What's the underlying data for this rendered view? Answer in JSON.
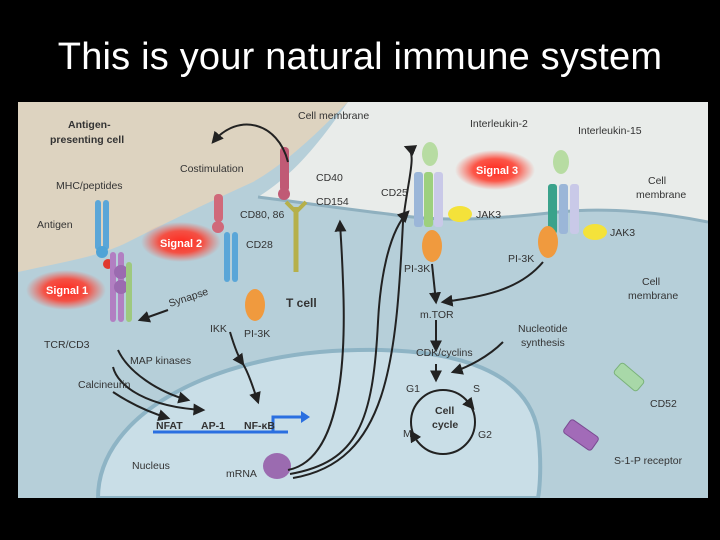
{
  "slide": {
    "title": "This is your natural immune system"
  },
  "diagram": {
    "apc_label_line1": "Antigen-",
    "apc_label_line2": "presenting cell",
    "cell_membrane_top": "Cell membrane",
    "interleukin2": "Interleukin-2",
    "interleukin15": "Interleukin-15",
    "signal3": "Signal 3",
    "cell_membrane_right_line1": "Cell",
    "cell_membrane_right_line2": "membrane",
    "costimulation": "Costimulation",
    "mhc_peptides": "MHC/peptides",
    "cd40": "CD40",
    "cd154": "CD154",
    "cd25": "CD25",
    "jak3_il2": "JAK3",
    "jak3_il15": "JAK3",
    "antigen": "Antigen",
    "cd80_86": "CD80, 86",
    "signal2": "Signal 2",
    "cd28": "CD28",
    "pi3k_il2": "PI-3K",
    "pi3k_il15": "PI-3K",
    "cell_membrane_mid_line1": "Cell",
    "cell_membrane_mid_line2": "membrane",
    "signal1": "Signal 1",
    "synapse": "Synapse",
    "t_cell": "T cell",
    "mtor": "m.TOR",
    "ikk": "IKK",
    "pi3k_cd28": "PI-3K",
    "nucleotide_synthesis_line1": "Nucleotide",
    "nucleotide_synthesis_line2": "synthesis",
    "tcr_cd3": "TCR/CD3",
    "map_kinases": "MAP kinases",
    "cdk_cyclins": "CDK/cyclins",
    "calcineurin": "Calcineurin",
    "g1": "G1",
    "s": "S",
    "cell_cycle_line1": "Cell",
    "cell_cycle_line2": "cycle",
    "m": "M",
    "g2": "G2",
    "cd52": "CD52",
    "nfat": "NFAT",
    "ap1": "AP-1",
    "nfkb": "NF-κB",
    "nucleus": "Nucleus",
    "mrna": "mRNA",
    "s1p_receptor": "S-1-P receptor"
  },
  "colors": {
    "background": "#000000",
    "title_text": "#ffffff",
    "apc_region": "#dcd2bf",
    "tcell_region": "#b5cdd8",
    "nucleus_region": "#c8dde6",
    "signal_glow": "#e3261f",
    "jak3_yellow": "#f4e23a",
    "pi3k_orange": "#f09a3e"
  },
  "icons": [
    "arrow",
    "promoter-arrow-icon",
    "receptor-glyphs"
  ]
}
